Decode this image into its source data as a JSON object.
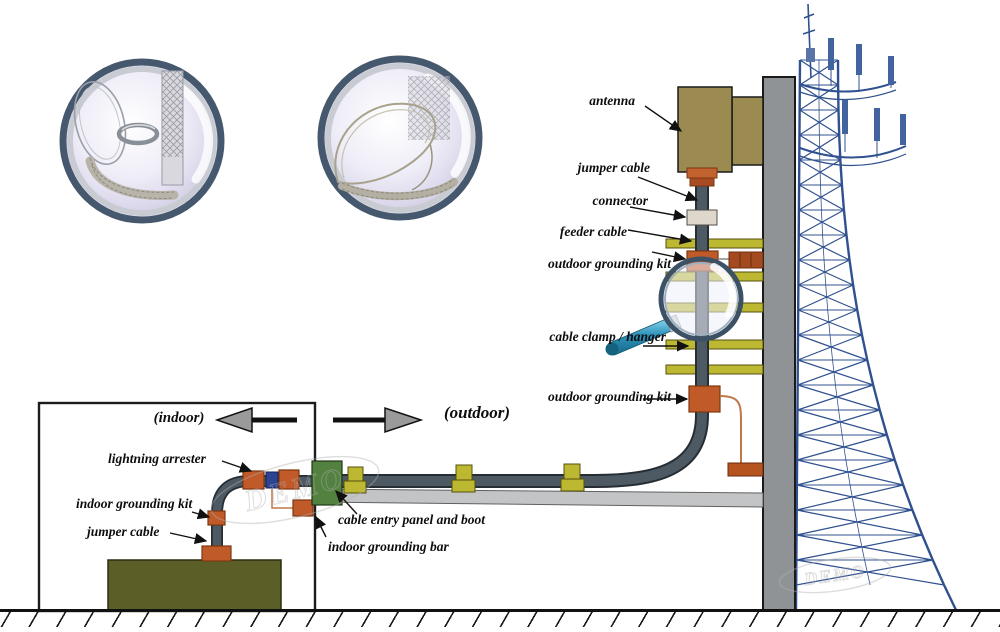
{
  "labels": {
    "antenna": "antenna",
    "jumper_cable_top": "jumper cable",
    "connector": "connector",
    "feeder_cable": "feeder cable",
    "outdoor_grounding_kit_upper": "outdoor grounding kit",
    "cable_clamp_hanger": "cable clamp / hanger",
    "outdoor_grounding_kit_lower": "outdoor grounding kit",
    "lightning_arrester": "lightning arrester",
    "indoor_grounding_kit": "indoor grounding kit",
    "jumper_cable_bottom": "jumper cable",
    "cable_entry_panel_and_boot": "cable entry panel and boot",
    "indoor_grounding_bar": "indoor grounding bar"
  },
  "zone_markers": {
    "indoor": "(indoor)",
    "outdoor": "(outdoor)"
  },
  "watermark": {
    "text": "DEMO"
  },
  "icons": {
    "magnifier": "magnifier-icon",
    "indoor_arrow": "arrow-left-icon",
    "outdoor_arrow": "arrow-right-icon",
    "detail_circle_1": "hoisting-grip-detail-icon",
    "detail_circle_2": "hoisting-grip-detail-icon"
  },
  "colors": {
    "antenna_body": "#9b8b51",
    "cable": "#4d5963",
    "cable_outline": "#262d33",
    "clamp_yellow": "#bdb832",
    "grounding_orange": "#c05a28",
    "grounding_dark": "#7d3712",
    "panel_green": "#538140",
    "pole_gray": "#909395",
    "tray_gray": "#c2c4c6",
    "equipment_olive": "#5c5e27",
    "tower_blue": "#30518f",
    "copper": "#c07748",
    "connector_white": "#ddd8cb",
    "arrester_blue": "#2c4491",
    "magnifier_rim": "#3d5166",
    "handle_blue": "#2f93ba",
    "watermark_gray": "#b0b0b0"
  }
}
